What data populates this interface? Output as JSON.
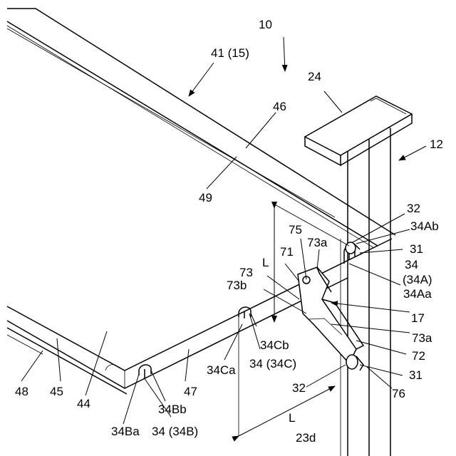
{
  "figure": {
    "labels": {
      "ref_10": "10",
      "ref_41_15": "41 (15)",
      "ref_24": "24",
      "ref_46": "46",
      "ref_12": "12",
      "ref_49": "49",
      "ref_32_top": "32",
      "ref_34Ab": "34Ab",
      "ref_75": "75",
      "ref_73a_top": "73a",
      "ref_31_top": "31",
      "ref_L_vertical": "L",
      "ref_71": "71",
      "ref_34": "34",
      "ref_34A": "(34A)",
      "ref_73": "73",
      "ref_73b": "73b",
      "ref_34Aa": "34Aa",
      "ref_17": "17",
      "ref_73a_right": "73a",
      "ref_34Cb": "34Cb",
      "ref_72": "72",
      "ref_34Ca": "34Ca",
      "ref_34_34C": "34 (34C)",
      "ref_31_bottom": "31",
      "ref_48": "48",
      "ref_45": "45",
      "ref_44": "44",
      "ref_47": "47",
      "ref_32_bottom": "32",
      "ref_76": "76",
      "ref_34Bb": "34Bb",
      "ref_L_horizontal": "L",
      "ref_34Ba": "34Ba",
      "ref_34_34B": "34 (34B)",
      "ref_23d": "23d"
    }
  }
}
